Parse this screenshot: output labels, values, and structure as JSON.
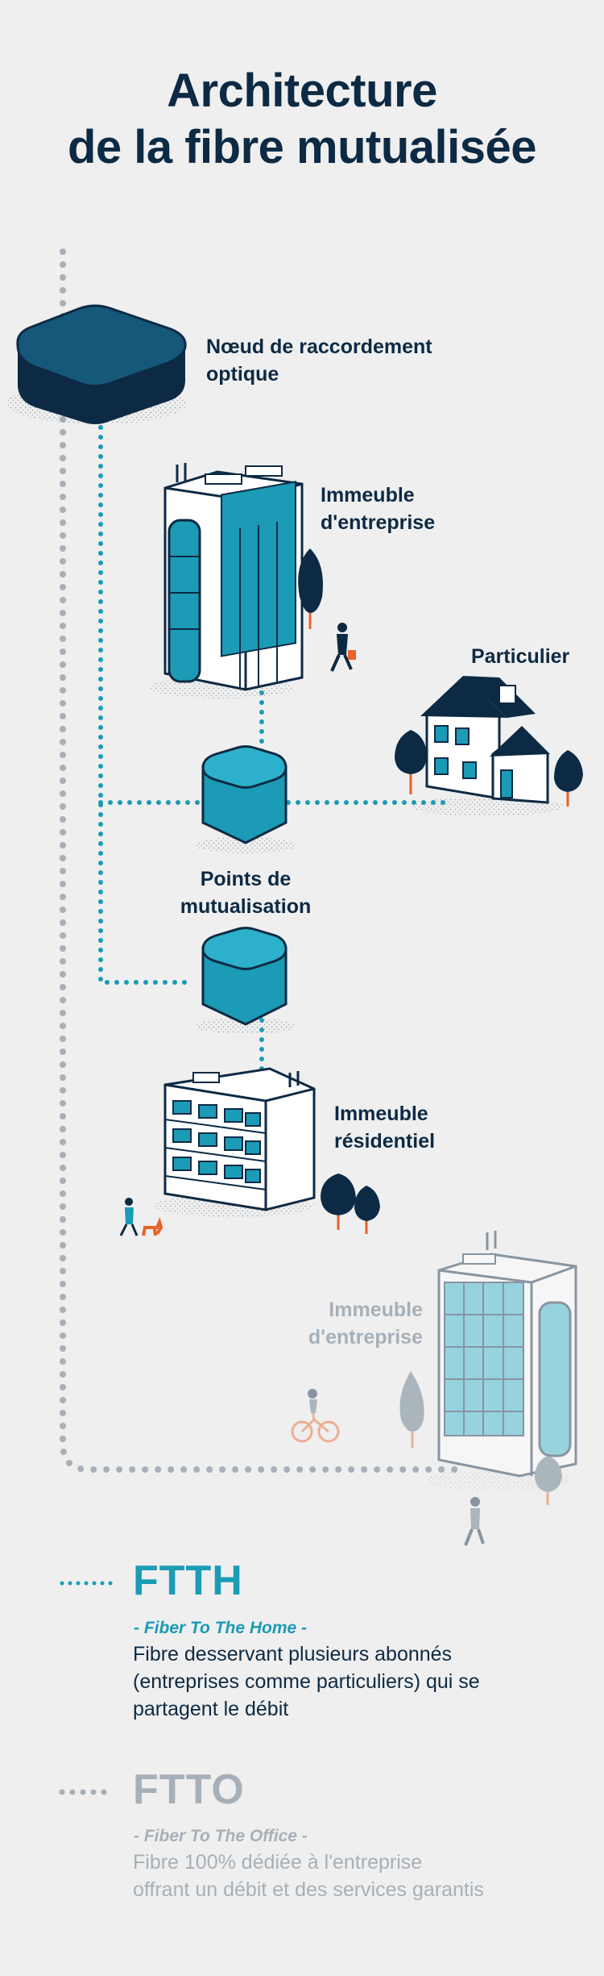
{
  "title": {
    "line1": "Architecture",
    "line2": "de la fibre mutualisée"
  },
  "nodes": {
    "nro": {
      "line1": "Nœud de raccordement",
      "line2": "optique"
    },
    "office_building": {
      "line1": "Immeuble",
      "line2": "d'entreprise"
    },
    "individual": {
      "line1": "Particulier"
    },
    "mutualisation_points": {
      "line1": "Points de",
      "line2": "mutualisation"
    },
    "residential_building": {
      "line1": "Immeuble",
      "line2": "résidentiel"
    },
    "office_building_ftto": {
      "line1": "Immeuble",
      "line2": "d'entreprise"
    }
  },
  "legend": [
    {
      "code": "FTTH",
      "subtitle": "- Fiber To The Home -",
      "line1": "Fibre desservant plusieurs abonnés",
      "line2": "(entreprises comme particuliers) qui se",
      "line3": "partagent le débit",
      "color": "#1b9bb5"
    },
    {
      "code": "FTTO",
      "subtitle": "- Fiber To The Office -",
      "line1": "Fibre 100% dédiée à l'entreprise",
      "line2": "offrant un débit et des services garantis",
      "color": "#a7b0b8"
    }
  ],
  "colors": {
    "navy": "#0d2a44",
    "teal": "#1b9bb5",
    "teal_light": "#2db0cc",
    "grey": "#a7b0b8",
    "orange": "#e8622a",
    "background": "#efefef"
  }
}
